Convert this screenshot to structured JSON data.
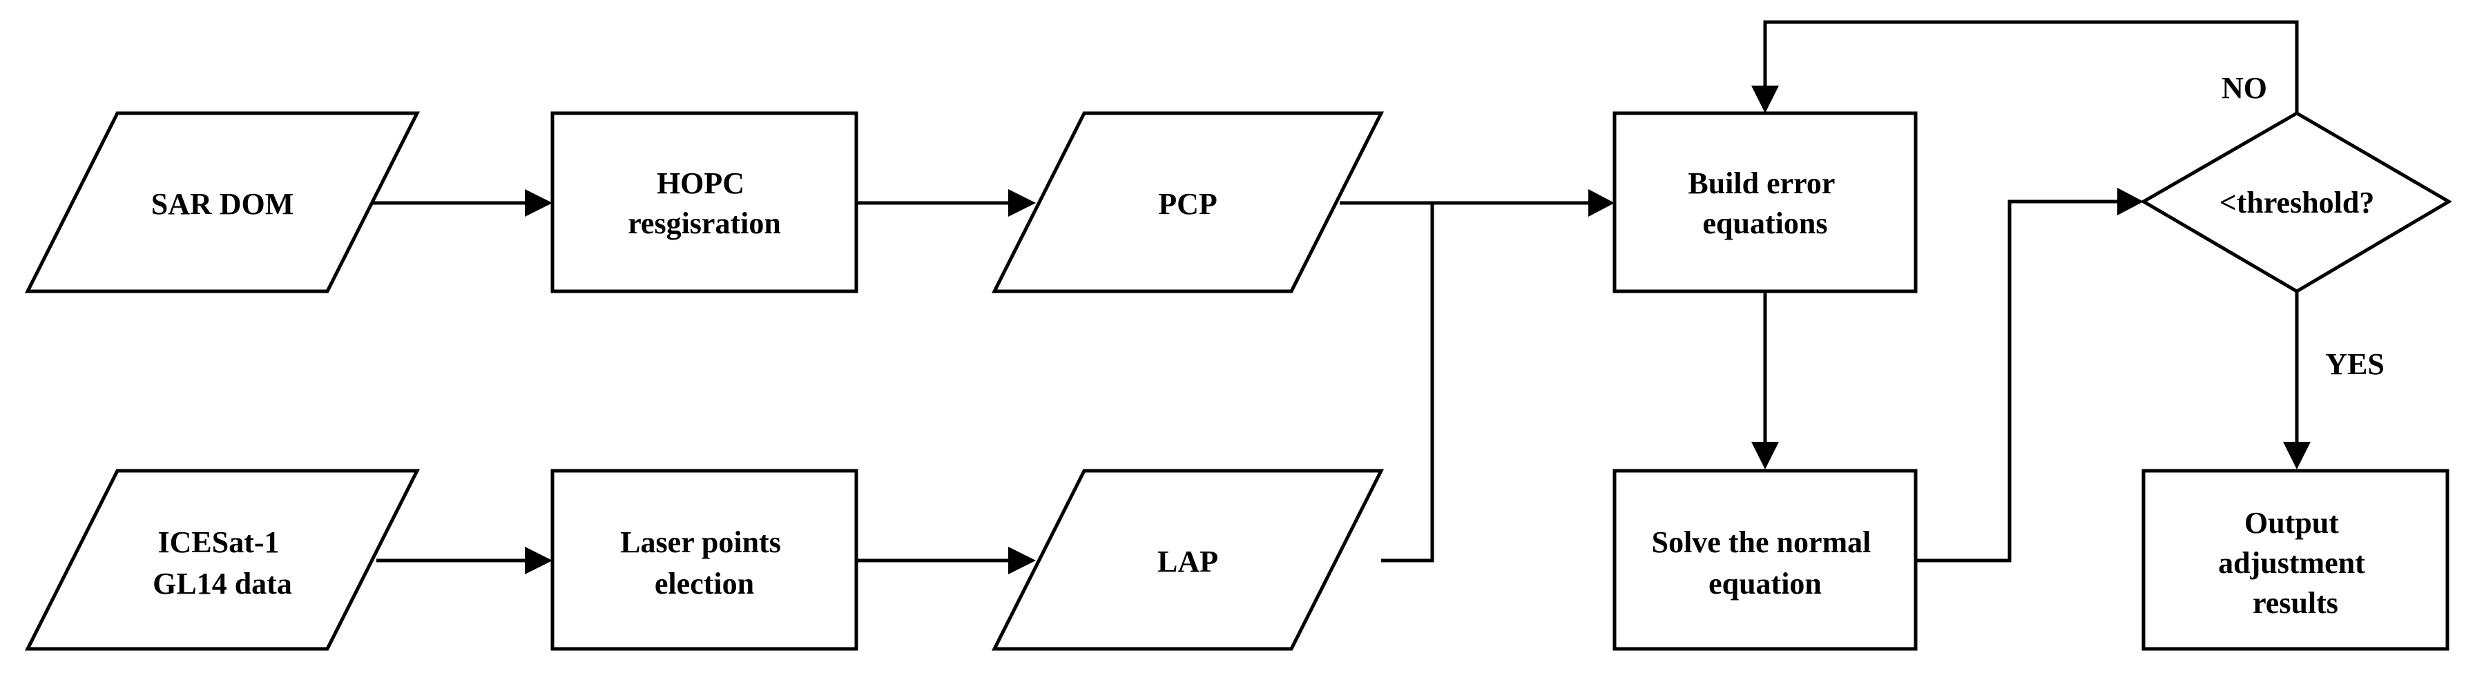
{
  "nodes": {
    "sar_dom": [
      "SAR DOM"
    ],
    "hopc": [
      "HOPC",
      "resgisration"
    ],
    "pcp": [
      "PCP"
    ],
    "icesat": [
      "ICESat-1",
      "GL14 data"
    ],
    "laser": [
      "Laser points",
      "election"
    ],
    "lap": [
      "LAP"
    ],
    "build": [
      "Build error",
      "equations"
    ],
    "solve": [
      "Solve the normal",
      "equation"
    ],
    "threshold": [
      "<threshold?"
    ],
    "output": [
      "Output",
      "adjustment",
      "results"
    ]
  },
  "edge_labels": {
    "no": "NO",
    "yes": "YES"
  }
}
